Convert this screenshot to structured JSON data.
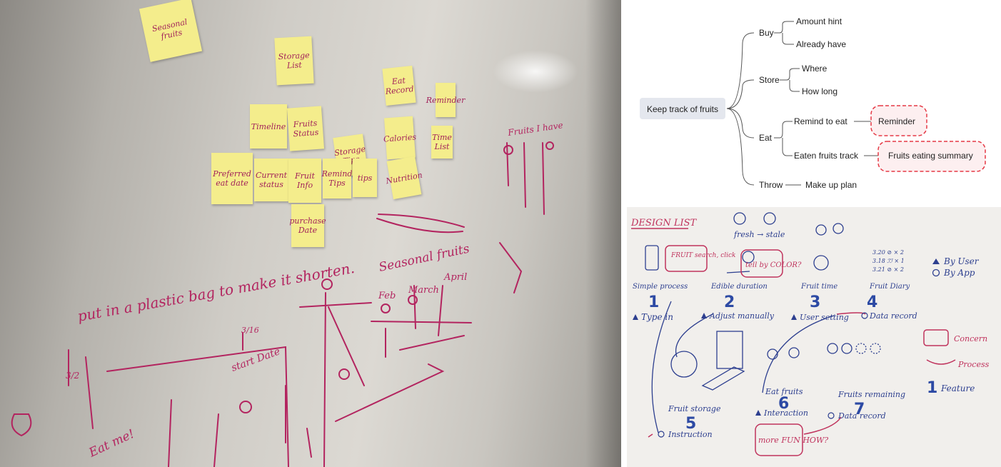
{
  "whiteboard": {
    "stickies": {
      "seasonal": "Seasonal fruits",
      "storage": "Storage List",
      "timeline": "Timeline",
      "fruits_status": "Fruits Status",
      "preferred": "Preferred eat date",
      "current": "Current status",
      "fruit_info": "Fruit Info",
      "purchase": "purchase Date",
      "storage_tips": "Storage Tips",
      "remind_tips": "Remind Tips",
      "tips": "tips",
      "eat_record": "Eat Record",
      "calories": "Calories",
      "nutrition": "Nutrition",
      "reminder": "Reminder",
      "time_list": "Time List"
    },
    "notes": {
      "plastic_bag": "put in a plastic bag to make it shorten.",
      "seasonal_fruits": "Seasonal fruits",
      "feb": "Feb",
      "march": "March",
      "april": "April",
      "fruits_i_have": "Fruits I have",
      "start_date": "start Date",
      "eat_me": "Eat me!",
      "date_316": "3/16",
      "date_32": "3/2"
    }
  },
  "mindmap": {
    "root": "Keep track of fruits",
    "branches": [
      {
        "label": "Buy",
        "children": [
          "Amount hint",
          "Already have"
        ]
      },
      {
        "label": "Store",
        "children": [
          "Where",
          "How long"
        ]
      },
      {
        "label": "Eat",
        "children": [
          "Remind to eat",
          "Eaten fruits track"
        ]
      },
      {
        "label": "Throw",
        "children": [
          "Make up plan"
        ]
      }
    ],
    "highlights": [
      "Reminder",
      "Fruits eating summary"
    ],
    "highlight_color": "#e53945"
  },
  "design_list": {
    "title": "DESIGN LIST",
    "top_note": "fresh → stale",
    "features": [
      {
        "num": "1",
        "name": "Simple process",
        "tag": "Type in"
      },
      {
        "num": "2",
        "name": "Edible duration",
        "tag": "Adjust manually"
      },
      {
        "num": "3",
        "name": "Fruit time",
        "tag": "User setting"
      },
      {
        "num": "4",
        "name": "Fruit Diary",
        "tag": "Data record"
      },
      {
        "num": "5",
        "name": "Fruit storage",
        "tag": "Instruction"
      },
      {
        "num": "6",
        "name": "Eat fruits",
        "tag": "Interaction"
      },
      {
        "num": "7",
        "name": "Fruits remaining",
        "tag": "Data record"
      }
    ],
    "concerns": {
      "c1": "FRUIT search, click",
      "c2": "tell by COLOR?",
      "c3": "more FUN HOW?"
    },
    "diary_lines": [
      "3.20 ⊘ × 2",
      "3.18 ℐℐ × 1",
      "3.21 ⊘ × 2"
    ],
    "legend": {
      "by_user": "By User",
      "by_app": "By App",
      "concern": "Concern",
      "process": "Process",
      "feature_num": "1",
      "feature": "Feature"
    },
    "colors": {
      "ink_blue": "#2d3f8f",
      "ink_red": "#c0335d"
    }
  }
}
